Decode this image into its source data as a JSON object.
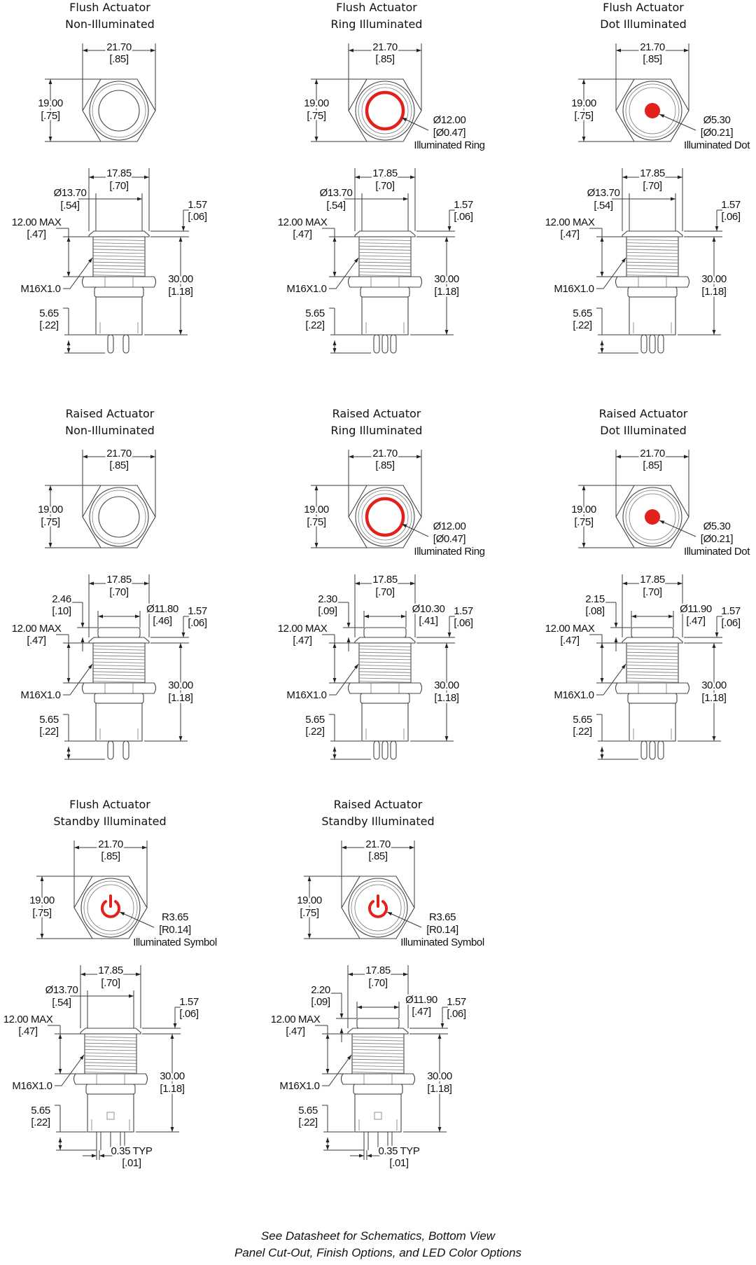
{
  "colors": {
    "led": "#e3211c",
    "line": "#3a3a3a"
  },
  "panels": [
    {
      "title": [
        "Flush Actuator",
        "Non-Illuminated"
      ],
      "actuator": "flush",
      "light": "none",
      "pins": 2,
      "top": {
        "width": [
          "21.70",
          "[.85]"
        ],
        "height": [
          "19.00",
          "[.75]"
        ]
      },
      "side": {
        "bezel": [
          "17.85",
          "[.70]"
        ],
        "dia": [
          "Ø13.70",
          "[.54]"
        ],
        "max": [
          "12.00 MAX",
          "[.47]"
        ],
        "flange": [
          "1.57",
          "[.06]"
        ],
        "length": [
          "30.00",
          "[1.18]"
        ],
        "thread": "M16X1.0",
        "pin": [
          "5.65",
          "[.22]"
        ]
      }
    },
    {
      "title": [
        "Flush Actuator",
        "Ring Illuminated"
      ],
      "actuator": "flush",
      "light": "ring",
      "pins": 3,
      "top": {
        "width": [
          "21.70",
          "[.85]"
        ],
        "height": [
          "19.00",
          "[.75]"
        ],
        "callout": [
          "Ø12.00",
          "[Ø0.47]",
          "Illuminated Ring"
        ]
      },
      "side": {
        "bezel": [
          "17.85",
          "[.70]"
        ],
        "dia": [
          "Ø13.70",
          "[.54]"
        ],
        "max": [
          "12.00 MAX",
          "[.47]"
        ],
        "flange": [
          "1.57",
          "[.06]"
        ],
        "length": [
          "30.00",
          "[1.18]"
        ],
        "thread": "M16X1.0",
        "pin": [
          "5.65",
          "[.22]"
        ]
      }
    },
    {
      "title": [
        "Flush Actuator",
        "Dot Illuminated"
      ],
      "actuator": "flush",
      "light": "dot",
      "pins": 3,
      "top": {
        "width": [
          "21.70",
          "[.85]"
        ],
        "height": [
          "19.00",
          "[.75]"
        ],
        "callout": [
          "Ø5.30",
          "[Ø0.21]",
          "Illuminated Dot"
        ]
      },
      "side": {
        "bezel": [
          "17.85",
          "[.70]"
        ],
        "dia": [
          "Ø13.70",
          "[.54]"
        ],
        "max": [
          "12.00 MAX",
          "[.47]"
        ],
        "flange": [
          "1.57",
          "[.06]"
        ],
        "length": [
          "30.00",
          "[1.18]"
        ],
        "thread": "M16X1.0",
        "pin": [
          "5.65",
          "[.22]"
        ]
      }
    },
    {
      "title": [
        "Raised Actuator",
        "Non-Illuminated"
      ],
      "actuator": "raised",
      "light": "none",
      "pins": 2,
      "top": {
        "width": [
          "21.70",
          "[.85]"
        ],
        "height": [
          "19.00",
          "[.75]"
        ]
      },
      "side": {
        "bezel": [
          "17.85",
          "[.70]"
        ],
        "cap": [
          "2.46",
          "[.10]"
        ],
        "dia": [
          "Ø11.80",
          "[.46]"
        ],
        "max": [
          "12.00 MAX",
          "[.47]"
        ],
        "flange": [
          "1.57",
          "[.06]"
        ],
        "length": [
          "30.00",
          "[1.18]"
        ],
        "thread": "M16X1.0",
        "pin": [
          "5.65",
          "[.22]"
        ]
      }
    },
    {
      "title": [
        "Raised Actuator",
        "Ring Illuminated"
      ],
      "actuator": "raised",
      "light": "ring",
      "pins": 3,
      "top": {
        "width": [
          "21.70",
          "[.85]"
        ],
        "height": [
          "19.00",
          "[.75]"
        ],
        "callout": [
          "Ø12.00",
          "[Ø0.47]",
          "Illuminated Ring"
        ]
      },
      "side": {
        "bezel": [
          "17.85",
          "[.70]"
        ],
        "cap": [
          "2.30",
          "[.09]"
        ],
        "dia": [
          "Ø10.30",
          "[.41]"
        ],
        "max": [
          "12.00 MAX",
          "[.47]"
        ],
        "flange": [
          "1.57",
          "[.06]"
        ],
        "length": [
          "30.00",
          "[1.18]"
        ],
        "thread": "M16X1.0",
        "pin": [
          "5.65",
          "[.22]"
        ]
      }
    },
    {
      "title": [
        "Raised Actuator",
        "Dot Illuminated"
      ],
      "actuator": "raised",
      "light": "dot",
      "pins": 3,
      "top": {
        "width": [
          "21.70",
          "[.85]"
        ],
        "height": [
          "19.00",
          "[.75]"
        ],
        "callout": [
          "Ø5.30",
          "[Ø0.21]",
          "Illuminated Dot"
        ]
      },
      "side": {
        "bezel": [
          "17.85",
          "[.70]"
        ],
        "cap": [
          "2.15",
          "[.08]"
        ],
        "dia": [
          "Ø11.90",
          "[.47]"
        ],
        "max": [
          "12.00 MAX",
          "[.47]"
        ],
        "flange": [
          "1.57",
          "[.06]"
        ],
        "length": [
          "30.00",
          "[1.18]"
        ],
        "thread": "M16X1.0",
        "pin": [
          "5.65",
          "[.22]"
        ]
      }
    },
    {
      "title": [
        "Flush Actuator",
        "Standby Illuminated"
      ],
      "actuator": "flush",
      "light": "symbol",
      "pins": 4,
      "top": {
        "width": [
          "21.70",
          "[.85]"
        ],
        "height": [
          "19.00",
          "[.75]"
        ],
        "callout": [
          "R3.65",
          "[R0.14]",
          "Illuminated Symbol"
        ]
      },
      "side": {
        "bezel": [
          "17.85",
          "[.70]"
        ],
        "dia": [
          "Ø13.70",
          "[.54]"
        ],
        "max": [
          "12.00 MAX",
          "[.47]"
        ],
        "flange": [
          "1.57",
          "[.06]"
        ],
        "length": [
          "30.00",
          "[1.18]"
        ],
        "thread": "M16X1.0",
        "pin": [
          "5.65",
          "[.22]"
        ],
        "typ": [
          "0.35 TYP",
          "[.01]"
        ]
      }
    },
    {
      "title": [
        "Raised Actuator",
        "Standby Illuminated"
      ],
      "actuator": "raised",
      "light": "symbol",
      "pins": 4,
      "top": {
        "width": [
          "21.70",
          "[.85]"
        ],
        "height": [
          "19.00",
          "[.75]"
        ],
        "callout": [
          "R3.65",
          "[R0.14]",
          "Illuminated Symbol"
        ]
      },
      "side": {
        "bezel": [
          "17.85",
          "[.70]"
        ],
        "cap": [
          "2.20",
          "[.09]"
        ],
        "dia": [
          "Ø11.90",
          "[.47]"
        ],
        "max": [
          "12.00 MAX",
          "[.47]"
        ],
        "flange": [
          "1.57",
          "[.06]"
        ],
        "length": [
          "30.00",
          "[1.18]"
        ],
        "thread": "M16X1.0",
        "pin": [
          "5.65",
          "[.22]"
        ],
        "typ": [
          "0.35 TYP",
          "[.01]"
        ]
      }
    }
  ],
  "footer": [
    "See Datasheet for Schematics, Bottom View",
    "Panel Cut-Out, Finish Options, and LED Color Options"
  ]
}
